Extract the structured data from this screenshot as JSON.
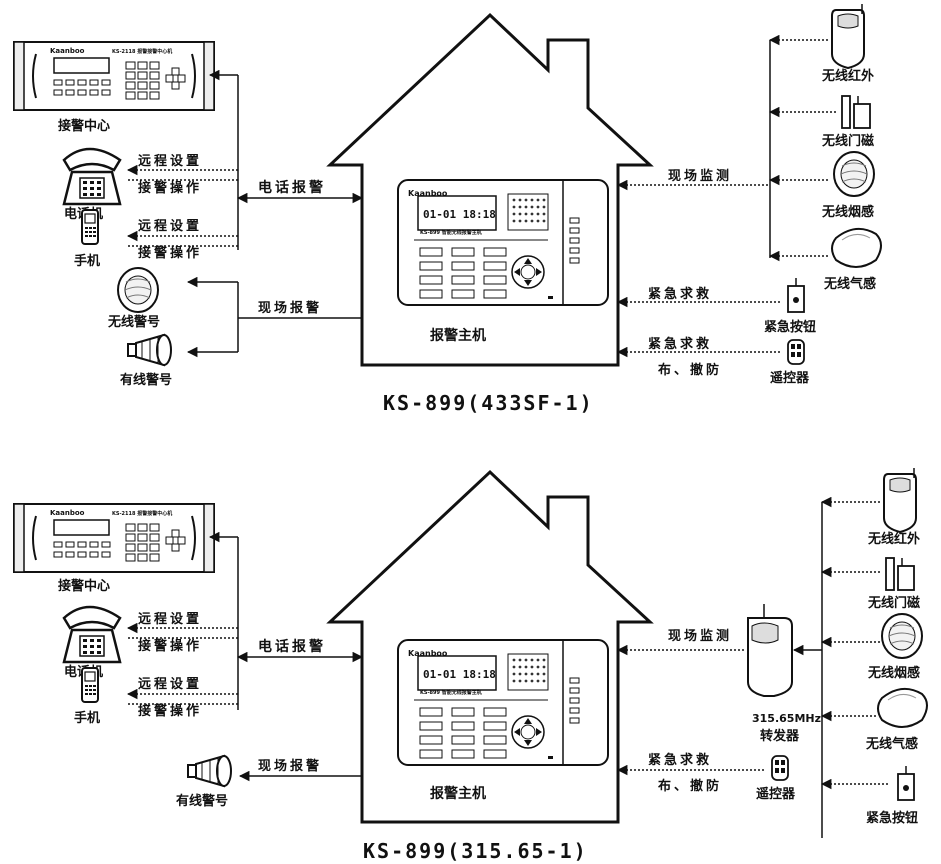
{
  "top": {
    "title": "KS-899(433SF-1)",
    "alarm_center": "接警中心",
    "phone": "电话机",
    "mobile": "手机",
    "remote_setting_1": "远程设置",
    "alarm_operation_1": "接警操作",
    "remote_setting_2": "远程设置",
    "alarm_operation_2": "接警操作",
    "phone_alarm": "电话报警",
    "site_alarm": "现场报警",
    "wireless_siren": "无线警号",
    "wired_siren": "有线警号",
    "host": "报警主机",
    "site_monitor": "现场监测",
    "emergency_help_1": "紧急求救",
    "emergency_help_2": "紧急求救",
    "arm_disarm": "布、撤防",
    "wireless_pir": "无线红外",
    "wireless_door": "无线门磁",
    "wireless_smoke": "无线烟感",
    "wireless_gas": "无线气感",
    "emergency_button": "紧急按钮",
    "remote_control": "遥控器"
  },
  "bottom": {
    "title": "KS-899(315.65-1)",
    "alarm_center": "接警中心",
    "phone": "电话机",
    "mobile": "手机",
    "remote_setting_1": "远程设置",
    "alarm_operation_1": "接警操作",
    "remote_setting_2": "远程设置",
    "alarm_operation_2": "接警操作",
    "phone_alarm": "电话报警",
    "site_alarm": "现场报警",
    "wired_siren": "有线警号",
    "host": "报警主机",
    "site_monitor": "现场监测",
    "emergency_help": "紧急求救",
    "arm_disarm": "布、撤防",
    "repeater_freq": "315.65MHz",
    "repeater": "转发器",
    "remote_control": "遥控器",
    "wireless_pir": "无线红外",
    "wireless_door": "无线门磁",
    "wireless_smoke": "无线烟感",
    "wireless_gas": "无线气感",
    "emergency_button": "紧急按钮"
  },
  "device": {
    "brand": "Kaanboo",
    "model": "KS-2118 报警接警中心机",
    "panel_brand": "Kaanboo",
    "lcd": "01-01  18:18",
    "panel_model": "KS-899 智能无线报警主机"
  }
}
